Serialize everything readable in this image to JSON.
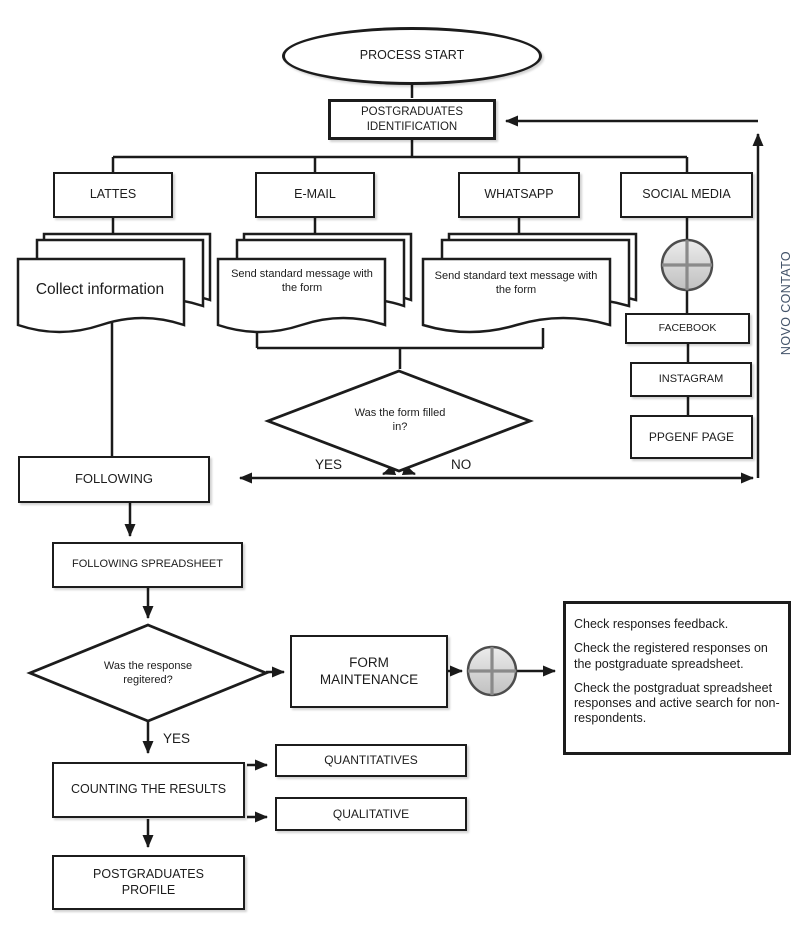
{
  "diagram": {
    "start": "PROCESS START",
    "identification": "POSTGRADUATES IDENTIFICATION",
    "channels": {
      "lattes": "LATTES",
      "email": "E-MAIL",
      "whatsapp": "WHATSAPP",
      "social": "SOCIAL MEDIA"
    },
    "docs": {
      "lattes": "Collect information",
      "email": "Send standard message with the form",
      "whatsapp": "Send standard text message with the form"
    },
    "social_items": {
      "facebook": "FACEBOOK",
      "instagram": "INSTAGRAM",
      "ppgenf": "PPGENF PAGE"
    },
    "decision_form": {
      "question": "Was the form filled in?",
      "yes": "YES",
      "no": "NO"
    },
    "novo_contato": "NOVO CONTATO",
    "following": "FOLLOWING",
    "following_spreadsheet": "FOLLOWING SPREADSHEET",
    "decision_response": {
      "question": "Was the response regitered?",
      "yes": "YES"
    },
    "form_maintenance": "FORM MAINTENANCE",
    "maintenance_notes": {
      "p1": "Check responses feedback.",
      "p2": "Check the registered responses on the postgraduate spreadsheet.",
      "p3": "Check the postgraduat spreadsheet responses and active search for non-respondents."
    },
    "counting": "COUNTING THE RESULTS",
    "quantitatives": "QUANTITATIVES",
    "qualitative": "QUALITATIVE",
    "profile": "POSTGRADUATES PROFILE"
  },
  "colors": {
    "line": "#1a1a1a",
    "novo_contato_text": "#44546a",
    "connector_fill_top": "#e9e9e9",
    "connector_fill_bottom": "#c2c2c2"
  }
}
